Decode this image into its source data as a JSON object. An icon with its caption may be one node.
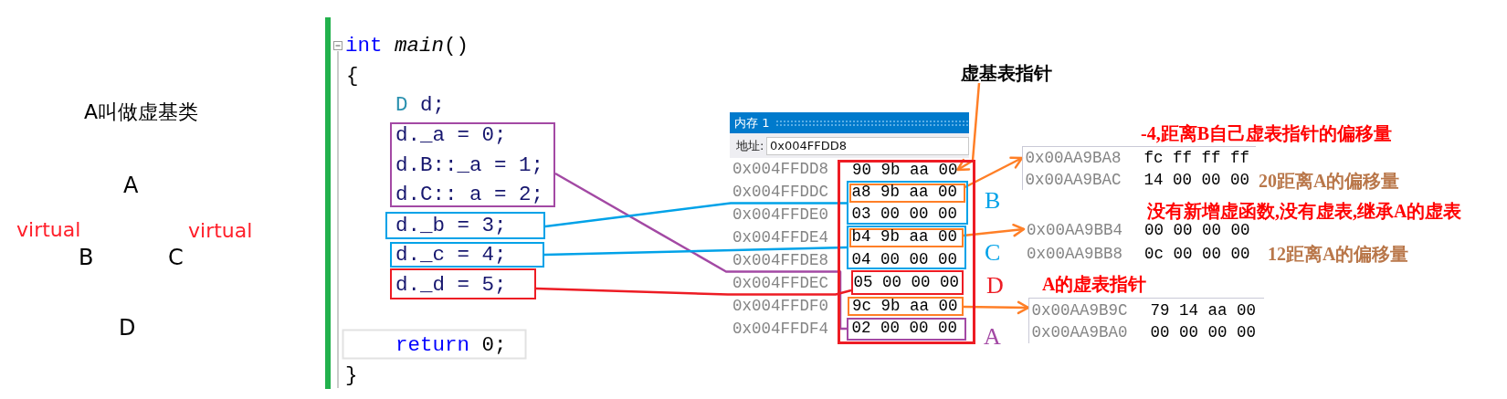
{
  "diagram": {
    "nodes": [
      {
        "text": [
          "d._a = 0;",
          "d.B::_a = 1;",
          "d.C:: a = 2;"
        ]
      },
      {
        "text": [
          "d._b = 3;"
        ]
      },
      {
        "text": [
          "d._c = 4;"
        ]
      },
      {
        "text": [
          "d._d = 5;"
        ]
      },
      {
        "text": [
          "虚基表指针"
        ]
      },
      {
        "text": [
          "内存 1",
          "地址:",
          "0x004FFDD8"
        ]
      },
      {
        "text": [],
        "shape": "box"
      },
      {
        "text": [
          "90 9b aa 00"
        ],
        "in": 6
      },
      {
        "text": [
          "03 00 00 00"
        ],
        "in": 6,
        "beside": [
          "B"
        ]
      },
      {
        "text": [
          "a8 9b aa 00"
        ],
        "in": 8
      },
      {
        "text": [
          "04 00 00 00"
        ],
        "in": 6,
        "beside": [
          "C"
        ]
      },
      {
        "text": [
          "b4 9b aa 00"
        ],
        "in": 10
      },
      {
        "text": [
          "05 00 00 00"
        ],
        "in": 6,
        "beside": [
          "D"
        ]
      },
      {
        "text": [
          "9c 9b aa 00"
        ],
        "in": 6
      },
      {
        "text": [
          "02 00 00 00"
        ],
        "in": 6,
        "beside": [
          "A"
        ]
      },
      {
        "text": [
          "0x00AA9BA8",
          "fc ff ff ff",
          "0x00AA9BAC",
          "14 00 00 00"
        ],
        "beside": [
          "-4,距离B自己虚表指针的偏移量",
          "20距离A的偏移量"
        ]
      },
      {
        "text": [
          "0x00AA9BB4",
          "00 00 00 00",
          "0x00AA9BB8",
          "0c 00 00 00"
        ],
        "beside": [
          "没有新增虚函数,没有虚表,继承A的虚表",
          "12距离A的偏移量"
        ]
      },
      {
        "text": [
          "0x00AA9B9C",
          "79 14 aa 00",
          "0x00AA9BA0",
          "00 00 00 00"
        ],
        "beside": [
          "A的虚表指针"
        ]
      }
    ],
    "edges": [
      {
        "from": 0,
        "to": 14,
        "arrow": "none",
        "color": "#a349a4"
      },
      {
        "from": 1,
        "to": 8,
        "arrow": "none",
        "color": "#00a2e8"
      },
      {
        "from": 2,
        "to": 10,
        "arrow": "none",
        "color": "#00a2e8"
      },
      {
        "from": 3,
        "to": 12,
        "arrow": "none",
        "color": "#ed1c24"
      },
      {
        "from": 4,
        "to": 7,
        "arrow": "to"
      },
      {
        "from": 9,
        "to": 15,
        "arrow": "to"
      },
      {
        "from": 11,
        "to": 16,
        "arrow": "to"
      },
      {
        "from": 13,
        "to": 17,
        "arrow": "to"
      }
    ],
    "labels": [
      "A叫做虚基类",
      "A",
      "virtual",
      "virtual",
      "B",
      "C",
      "D",
      "int",
      "*main*()",
      "{",
      "D",
      "d;",
      "return",
      "0;",
      "}",
      "0x004FFDD8",
      "0x004FFDDC",
      "0x004FFDE0",
      "0x004FFDE4",
      "0x004FFDE8",
      "0x004FFDEC",
      "0x004FFDF0",
      "0x004FFDF4"
    ]
  }
}
